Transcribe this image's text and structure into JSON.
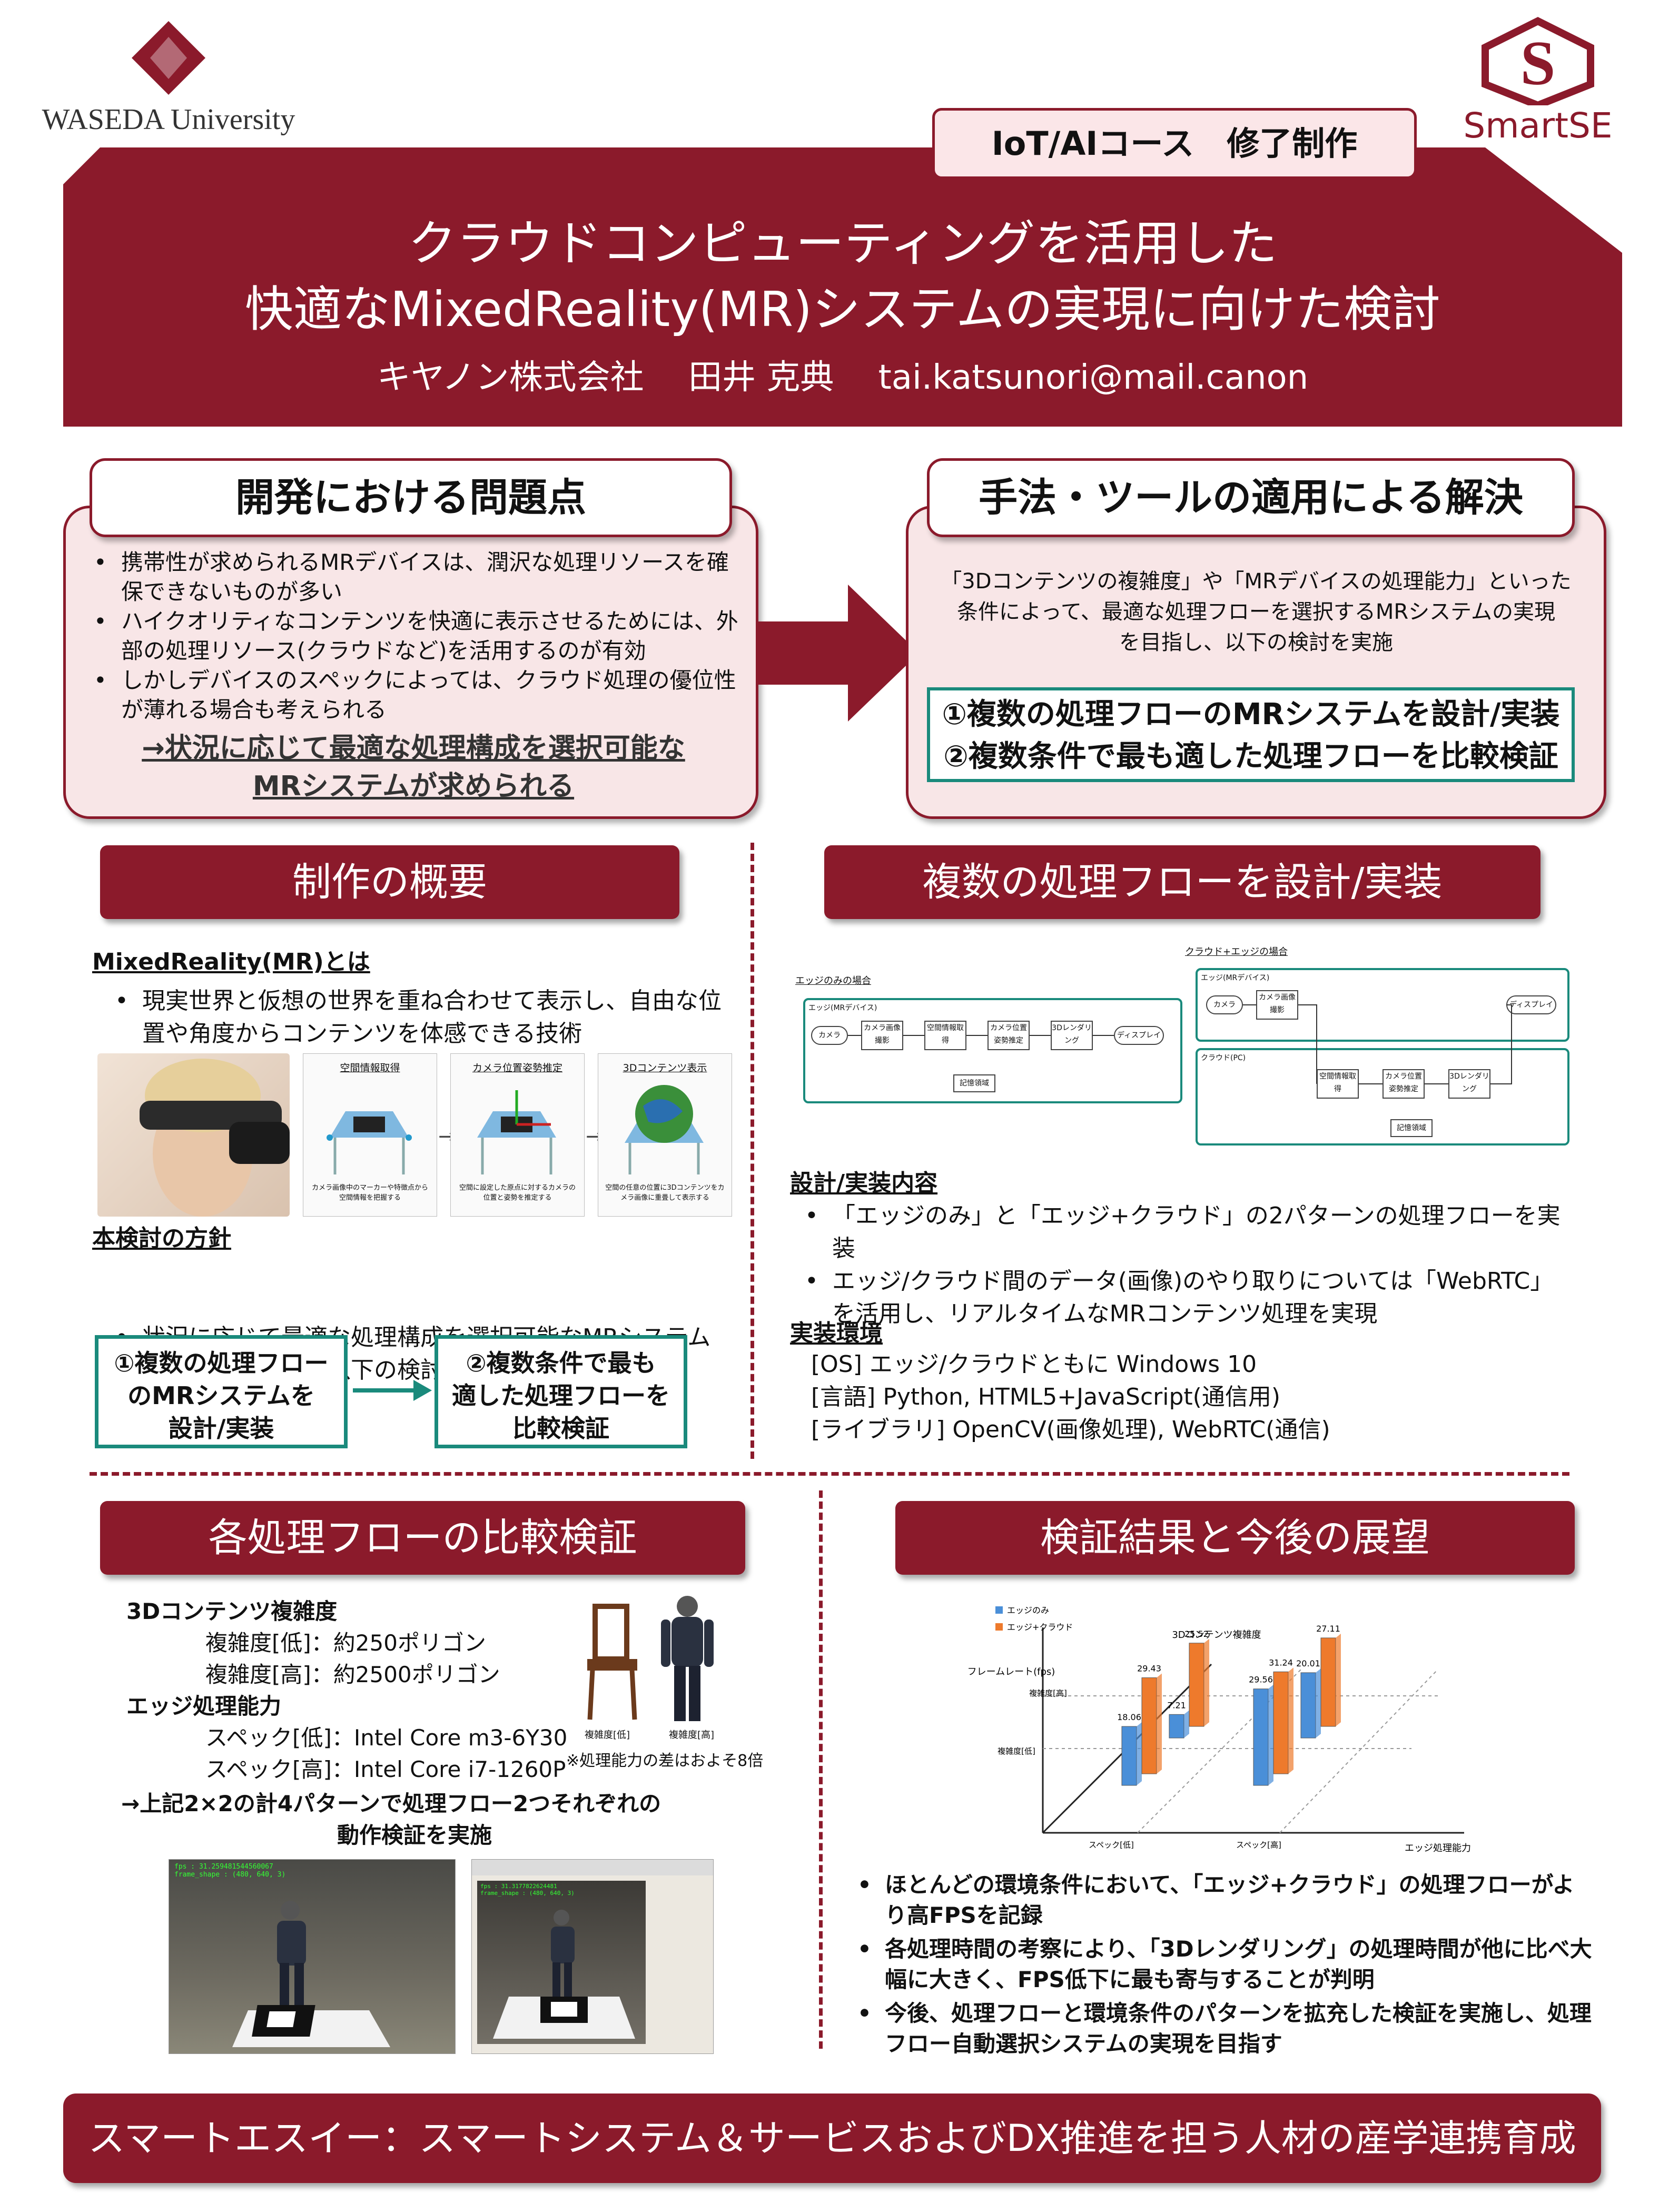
{
  "header": {
    "univ_name": "WASEDA University",
    "smartse_logo": "SmartSE",
    "course_tag": "IoT/AIコース　修了制作",
    "title_line1": "クラウドコンピューティングを活用した",
    "title_line2": "快適なMixedReality(MR)システムの実現に向けた検討",
    "author_line": "キヤノン株式会社　 田井 克典　 tai.katsunori@mail.canon"
  },
  "problem": {
    "heading": "開発における問題点",
    "bullets": [
      "携帯性が求められるMRデバイスは、潤沢な処理リソースを確保できないものが多い",
      "ハイクオリティなコンテンツを快適に表示させるためには、外部の処理リソース(クラウドなど)を活用するのが有効",
      "しかしデバイスのスペックによっては、クラウド処理の優位性が薄れる場合も考えられる"
    ],
    "conclusion_line1": "→状況に応じて最適な処理構成を選択可能な",
    "conclusion_line2": "MRシステムが求められる"
  },
  "solution": {
    "heading": "手法・ツールの適用による解決",
    "text_line1": "「3Dコンテンツの複雑度」や「MRデバイスの処理能力」といった",
    "text_line2": "条件によって、最適な処理フローを選択するMRシステムの実現",
    "text_line3": "を目指し、以下の検討を実施",
    "box_line1": "①複数の処理フローのMRシステムを設計/実装",
    "box_line2": "②複数条件で最も適した処理フローを比較検証"
  },
  "overview": {
    "heading": "制作の概要",
    "mr_title": "MixedReality(MR)とは",
    "mr_text": "現実世界と仮想の世界を重ね合わせて表示し、自由な位置や角度からコンテンツを体感できる技術",
    "step_labels": [
      "空間情報取得",
      "カメラ位置姿勢推定",
      "3Dコンテンツ表示"
    ],
    "step_captions": [
      "カメラ画像中のマーカーや特徴点から空間情報を把握する",
      "空間に設定した原点に対するカメラの位置と姿勢を推定する",
      "空間の任意の位置に3Dコンテンツをカメラ画像に重畳して表示する"
    ],
    "policy_title": "本検討の方針",
    "policy_text": "状況に応じて最適な処理構成を選択可能なMRシステムの実現を目指し、以下の検討を実施",
    "box1_lines": [
      "①複数の処理フロー",
      "のMRシステムを",
      "設計/実装"
    ],
    "box2_lines": [
      "②複数条件で最も",
      "適した処理フローを",
      "比較検証"
    ]
  },
  "design": {
    "heading": "複数の処理フローを設計/実装",
    "edge_only_label": "エッジのみの場合",
    "cloud_edge_label": "クラウド+エッジの場合",
    "edge_device": "エッジ(MRデバイス)",
    "cloud_pc": "クラウド(PC)",
    "nodes": [
      "カメラ",
      "カメラ画像撮影",
      "空間情報取得",
      "カメラ位置姿勢推定",
      "3Dレンダリング",
      "ディスプレイ",
      "記憶領域"
    ],
    "content_title": "設計/実装内容",
    "content_bullets": [
      "「エッジのみ」と「エッジ+クラウド」の2パターンの処理フローを実装",
      "エッジ/クラウド間のデータ(画像)のやり取りについては「WebRTC」を活用し、リアルタイムなMRコンテンツ処理を実現"
    ],
    "env_title": "実装環境",
    "env_lines": [
      "[OS] エッジ/クラウドともに Windows 10",
      "[言語] Python, HTML5+JavaScript(通信用)",
      "[ライブラリ] OpenCV(画像処理), WebRTC(通信)"
    ]
  },
  "compare": {
    "heading": "各処理フローの比較検証",
    "complexity_title": "3Dコンテンツ複雑度",
    "complexity_low": "複雑度[低]：約250ポリゴン",
    "complexity_high": "複雑度[高]：約2500ポリゴン",
    "edge_title": "エッジ処理能力",
    "spec_low": "スペック[低]：Intel Core m3-6Y30",
    "spec_high": "スペック[高]：Intel Core i7-1260P",
    "img_cap_low": "複雑度[低]",
    "img_cap_high": "複雑度[高]",
    "note": "※処理能力の差はおよそ8倍",
    "summary_line1": "→上記2×2の計4パターンで処理フロー2つそれぞれの",
    "summary_line2": "動作検証を実施",
    "shot1_lines": [
      "fps : 31.259481544560067",
      "frame_shape : (480, 640, 3)"
    ],
    "shot2_lines": [
      "fps : 31.3177822624481",
      "frame_shape : (480, 640, 3)"
    ]
  },
  "results": {
    "heading": "検証結果と今後の展望",
    "bullets": [
      "ほとんどの環境条件において、「エッジ+クラウド」の処理フローがより高FPSを記録",
      "各処理時間の考察により、「3Dレンダリング」の処理時間が他に比べ大幅に大きく、FPS低下に最も寄与することが判明",
      "今後、処理フローと環境条件のパターンを拡充した検証を実施し、処理フロー自動選択システムの実現を目指す"
    ]
  },
  "chart_data": {
    "type": "bar",
    "series": [
      {
        "name": "エッジのみ",
        "color": "#4a8fd8",
        "values": [
          18.06,
          7.21,
          29.56,
          20.01
        ]
      },
      {
        "name": "エッジ+クラウド",
        "color": "#ee7a2c",
        "values": [
          29.43,
          25.52,
          31.24,
          27.11
        ]
      }
    ],
    "groups": [
      "スペック[低]・複雑度[低]",
      "スペック[低]・複雑度[高]",
      "スペック[高]・複雑度[低]",
      "スペック[高]・複雑度[高]"
    ],
    "ylabel": "フレームレート(fps)",
    "xlabel": "エッジ処理能力",
    "depth_label": "3Dコンテンツ複雑度",
    "x_ticks": [
      "スペック[低]",
      "スペック[高]"
    ],
    "depth_ticks": [
      "複雑度[低]",
      "複雑度[高]"
    ],
    "legend_position": "top-left"
  },
  "footer": {
    "text": "スマートエスイー：スマートシステム＆サービスおよびDX推進を担う人材の産学連携育成"
  }
}
